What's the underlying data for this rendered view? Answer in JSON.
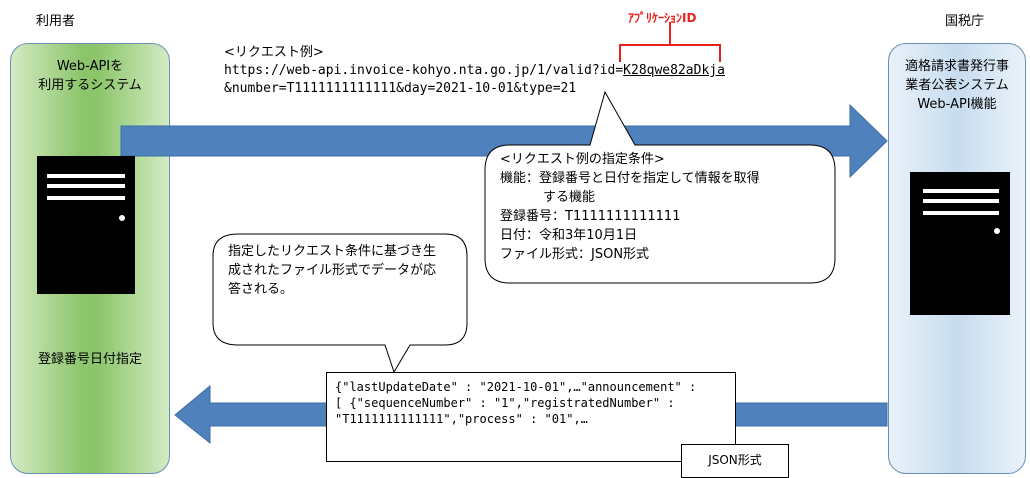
{
  "labels": {
    "user": "利用者",
    "agency": "国税庁",
    "app_id": "ｱﾌﾟﾘｹｰｼｮﾝID"
  },
  "left_panel": {
    "title_line1": "Web-APIを",
    "title_line2": "利用するシステム",
    "bottom": "登録番号日付指定"
  },
  "right_panel": {
    "title_line1": "適格請求書発行事",
    "title_line2": "業者公表システム",
    "title_line3": "Web-API機能"
  },
  "request": {
    "heading": "<リクエスト例>",
    "url_prefix": "https://web-api.invoice-kohyo.nta.go.jp/1/valid?id=",
    "id": "K28qwe82aDkja",
    "params": "&number=T1111111111111&day=2021-10-01&type=21"
  },
  "condition_bubble": {
    "heading": "<リクエスト例の指定条件>",
    "line1": "機能：登録番号と日付を指定して情報を取得",
    "line2": "する機能",
    "line3": "登録番号：T1111111111111",
    "line4": "日付：令和3年10月1日",
    "line5": "ファイル形式：JSON形式"
  },
  "response_bubble": {
    "line1": "指定したリクエスト条件に基づき生",
    "line2": "成されたファイル形式でデータが応",
    "line3": "答される。"
  },
  "json_sample": {
    "line1": "{\"lastUpdateDate\" : \"2021-10-01\",…\"announcement\" :",
    "line2": "[ {\"sequenceNumber\" : \"1\",\"registratedNumber\" :",
    "line3": "\"T1111111111111\",\"process\" : \"01\",…"
  },
  "json_label": "JSON形式",
  "colors": {
    "arrow": "#4f81bd",
    "arrow_border": "#3b6ea8",
    "left_panel": "#8cc56b",
    "right_panel": "#c7dcef",
    "accent_red": "#e8201e",
    "server": "#000000"
  }
}
